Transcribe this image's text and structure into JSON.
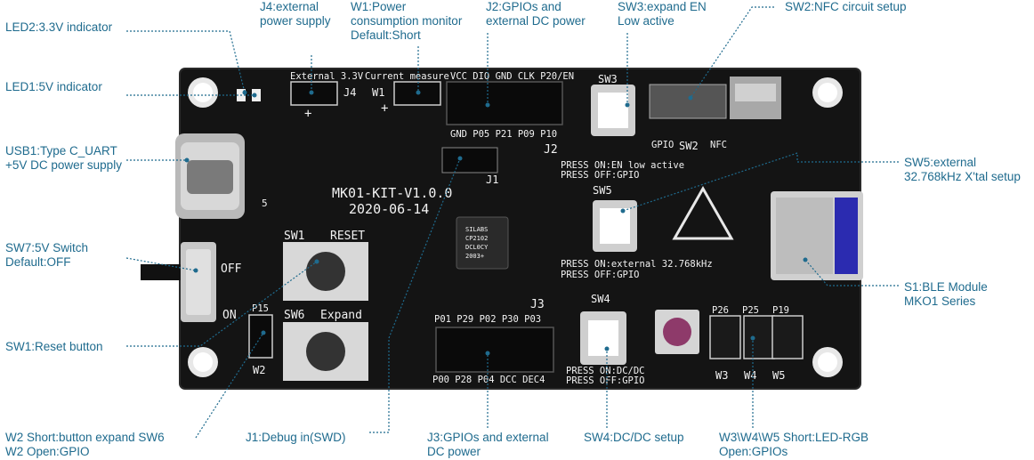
{
  "callouts": {
    "led2": [
      "LED2:3.3V indicator"
    ],
    "led1": [
      "LED1:5V indicator"
    ],
    "usb1": [
      "USB1:Type C_UART",
      "+5V DC power supply"
    ],
    "sw7": [
      "SW7:5V Switch",
      "Default:OFF"
    ],
    "sw1": [
      "SW1:Reset button"
    ],
    "w2": [
      "W2 Short:button expand SW6",
      "W2 Open:GPIO"
    ],
    "j4": [
      "J4:external",
      "power supply"
    ],
    "w1": [
      "W1:Power",
      "consumption monitor",
      "Default:Short"
    ],
    "j2": [
      "J2:GPIOs and",
      "external DC power"
    ],
    "sw3": [
      "SW3:expand EN",
      "Low active"
    ],
    "sw2": [
      "SW2:NFC circuit setup"
    ],
    "sw5": [
      "SW5:external",
      "32.768kHz X'tal setup"
    ],
    "s1": [
      "S1:BLE Module",
      "MKO1 Series"
    ],
    "j1": [
      "J1:Debug in(SWD)"
    ],
    "j3": [
      "J3:GPIOs and external",
      "DC power"
    ],
    "sw4": [
      "SW4:DC/DC setup"
    ],
    "w345": [
      "W3\\W4\\W5 Short:LED-RGB",
      "Open:GPIOs"
    ]
  },
  "silkscreen": {
    "external_33": "External 3.3V",
    "current_measure": "Current measure",
    "j4": "J4",
    "w1": "W1",
    "plus": "+",
    "j2_header": "VCC DIO GND CLK P20/EN",
    "j2": "J2",
    "j2_pins": "GND P05 P21 P09 P10",
    "j1": "J1",
    "kit_name": "MK01-KIT-V1.0.0",
    "kit_date": "2020-06-14",
    "sw1": "SW1",
    "reset": "RESET",
    "sw6": "SW6",
    "expand": "Expand",
    "off": "OFF",
    "on": "ON",
    "p15": "P15",
    "w2": "W2",
    "j3": "J3",
    "j3_top": "P01 P29 P02 P30 P03",
    "j3_bottom": "P00 P28 P04 DCC DEC4",
    "sw3": "SW3",
    "sw2_left": "GPIO",
    "sw2": "SW2",
    "sw2_right": "NFC",
    "sw5": "SW5",
    "sw5_on": "PRESS ON:EN low active",
    "sw5_off": "PRESS OFF:GPIO",
    "ext_on": "PRESS ON:external 32.768kHz",
    "ext_off": "PRESS OFF:GPIO",
    "sw4": "SW4",
    "sw4_on": "PRESS ON:DC/DC",
    "sw4_off": "PRESS OFF:GPIO",
    "p26": "P26",
    "p25": "P25",
    "p19": "P19",
    "w3": "W3",
    "w4": "W4",
    "w5": "W5",
    "chip": [
      "SILABS",
      "CP2102",
      "DCL0CY",
      "2003+"
    ],
    "res5": "5"
  },
  "colors": {
    "board": "#151515",
    "leader": "#1f6b8e",
    "label": "#1f6b8e",
    "silk": "#f2f2f2"
  }
}
